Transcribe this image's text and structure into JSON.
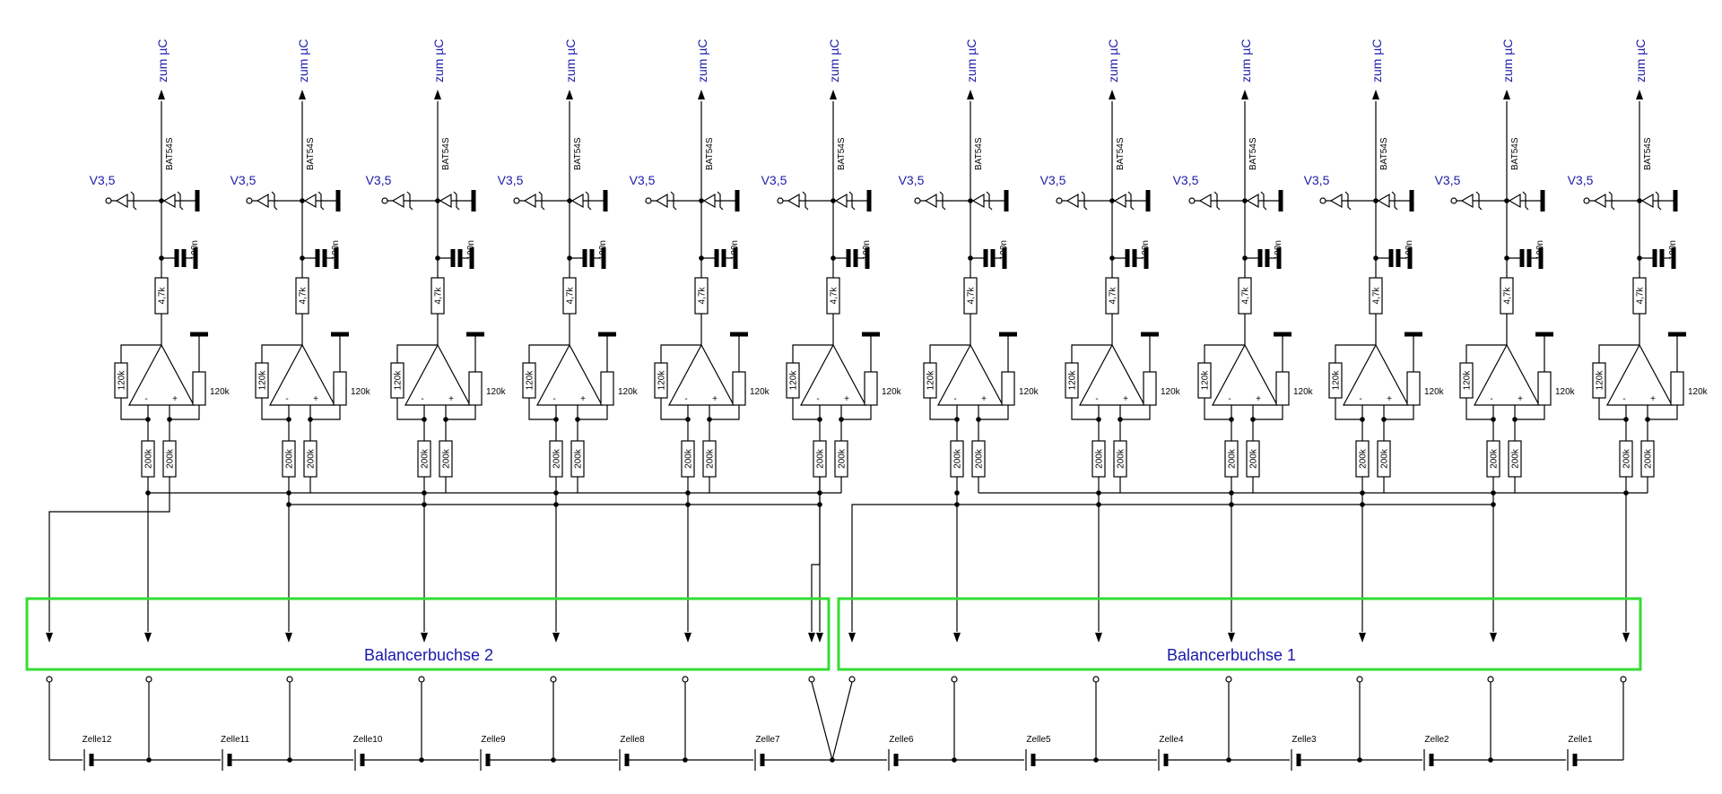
{
  "colors": {
    "wire": "#000000",
    "label_blue": "#1a1aa8",
    "connector_box": "#33dd33"
  },
  "labels": {
    "mcu": "zum µC",
    "supply": "V3,5",
    "diode": "BAT54S",
    "capacitor": "100n",
    "r_series": "4,7k",
    "r_feedback": "120k",
    "r_input": "200k",
    "plus": "+",
    "minus": "-"
  },
  "connectors": [
    {
      "label": "Balancerbuchse 2"
    },
    {
      "label": "Balancerbuchse 1"
    }
  ],
  "cells": [
    "Zelle12",
    "Zelle11",
    "Zelle10",
    "Zelle9",
    "Zelle8",
    "Zelle7",
    "Zelle6",
    "Zelle5",
    "Zelle4",
    "Zelle3",
    "Zelle2",
    "Zelle1"
  ]
}
